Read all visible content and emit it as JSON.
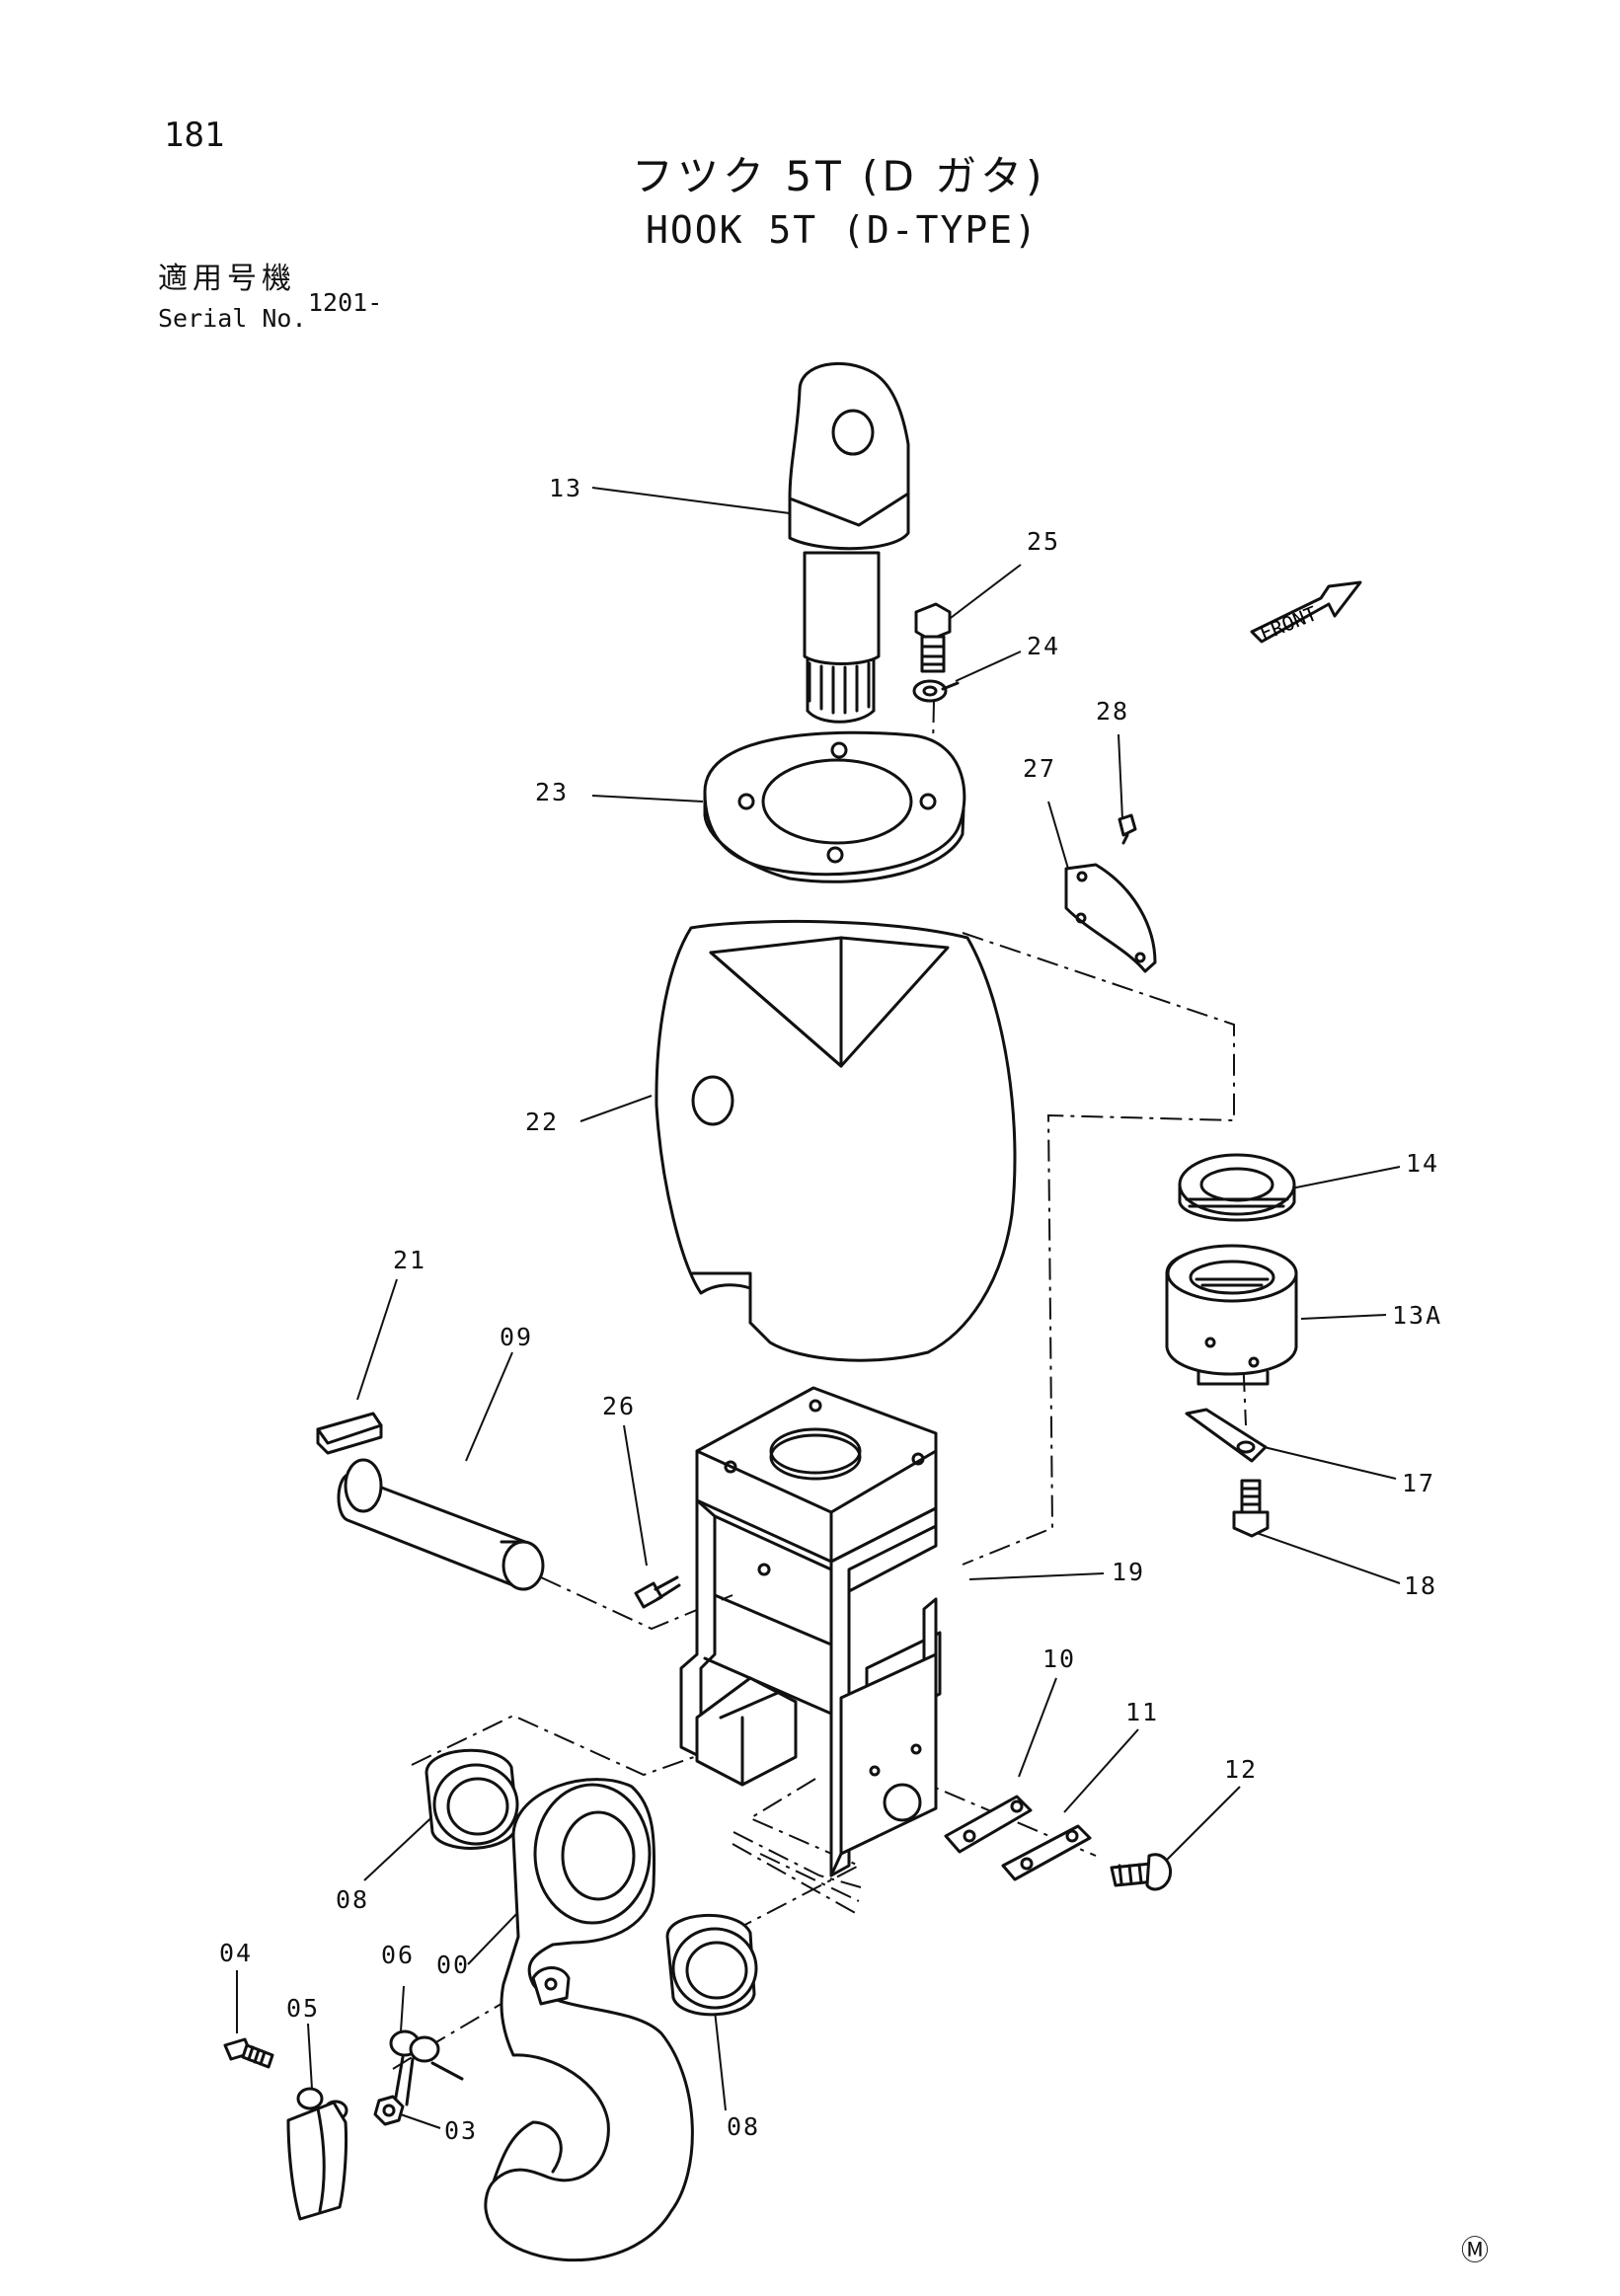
{
  "page_number": "181",
  "title_jp": "フツク 5T (D ガタ)",
  "title_en": "HOOK 5T (D-TYPE)",
  "serial": {
    "label_jp": "適用号機",
    "label_en": "Serial No.",
    "value": "1201-"
  },
  "front_label": "FRONT",
  "footer_mark": "Ⓜ",
  "parts": [
    {
      "id": "p13",
      "no": "13"
    },
    {
      "id": "p25",
      "no": "25"
    },
    {
      "id": "p24",
      "no": "24"
    },
    {
      "id": "p28",
      "no": "28"
    },
    {
      "id": "p23",
      "no": "23"
    },
    {
      "id": "p27",
      "no": "27"
    },
    {
      "id": "p22",
      "no": "22"
    },
    {
      "id": "p14",
      "no": "14"
    },
    {
      "id": "p21",
      "no": "21"
    },
    {
      "id": "p09",
      "no": "09"
    },
    {
      "id": "p13a",
      "no": "13A"
    },
    {
      "id": "p26",
      "no": "26"
    },
    {
      "id": "p17",
      "no": "17"
    },
    {
      "id": "p18",
      "no": "18"
    },
    {
      "id": "p19",
      "no": "19"
    },
    {
      "id": "p10",
      "no": "10"
    },
    {
      "id": "p11",
      "no": "11"
    },
    {
      "id": "p12",
      "no": "12"
    },
    {
      "id": "p08a",
      "no": "08"
    },
    {
      "id": "p04",
      "no": "04"
    },
    {
      "id": "p06",
      "no": "06"
    },
    {
      "id": "p00",
      "no": "00"
    },
    {
      "id": "p05",
      "no": "05"
    },
    {
      "id": "p03",
      "no": "03"
    },
    {
      "id": "p08b",
      "no": "08"
    }
  ]
}
